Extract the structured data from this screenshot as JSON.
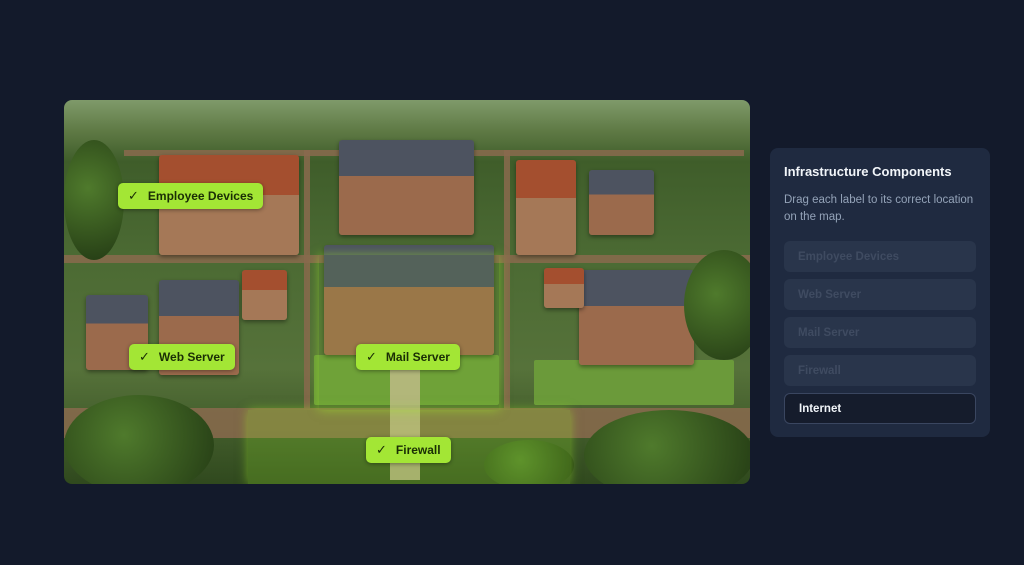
{
  "map": {
    "labels": [
      {
        "text": "Employee Devices",
        "icon": "check-icon"
      },
      {
        "text": "Web Server",
        "icon": "check-icon"
      },
      {
        "text": "Mail Server",
        "icon": "check-icon"
      },
      {
        "text": "Firewall",
        "icon": "check-icon"
      }
    ],
    "accent": "#a3e635"
  },
  "panel": {
    "title": "Infrastructure Components",
    "instructions": "Drag each label to its correct location on the map.",
    "items": [
      {
        "label": "Employee Devices",
        "state": "placed"
      },
      {
        "label": "Web Server",
        "state": "placed"
      },
      {
        "label": "Mail Server",
        "state": "placed"
      },
      {
        "label": "Firewall",
        "state": "placed"
      },
      {
        "label": "Internet",
        "state": "available"
      }
    ]
  }
}
